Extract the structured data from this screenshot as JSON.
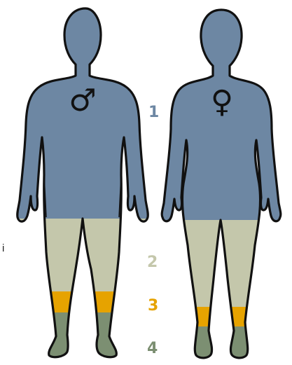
{
  "stray_char": "i",
  "zones": [
    {
      "label": "1",
      "color": "#6d87a3"
    },
    {
      "label": "2",
      "color": "#c4c7ab"
    },
    {
      "label": "3",
      "color": "#e6a300"
    },
    {
      "label": "4",
      "color": "#7c8f72"
    }
  ],
  "figures": [
    {
      "symbol": "♂",
      "symbol_name": "male-symbol-icon"
    },
    {
      "symbol": "♀",
      "symbol_name": "female-symbol-icon"
    }
  ],
  "outline_color": "#111111"
}
